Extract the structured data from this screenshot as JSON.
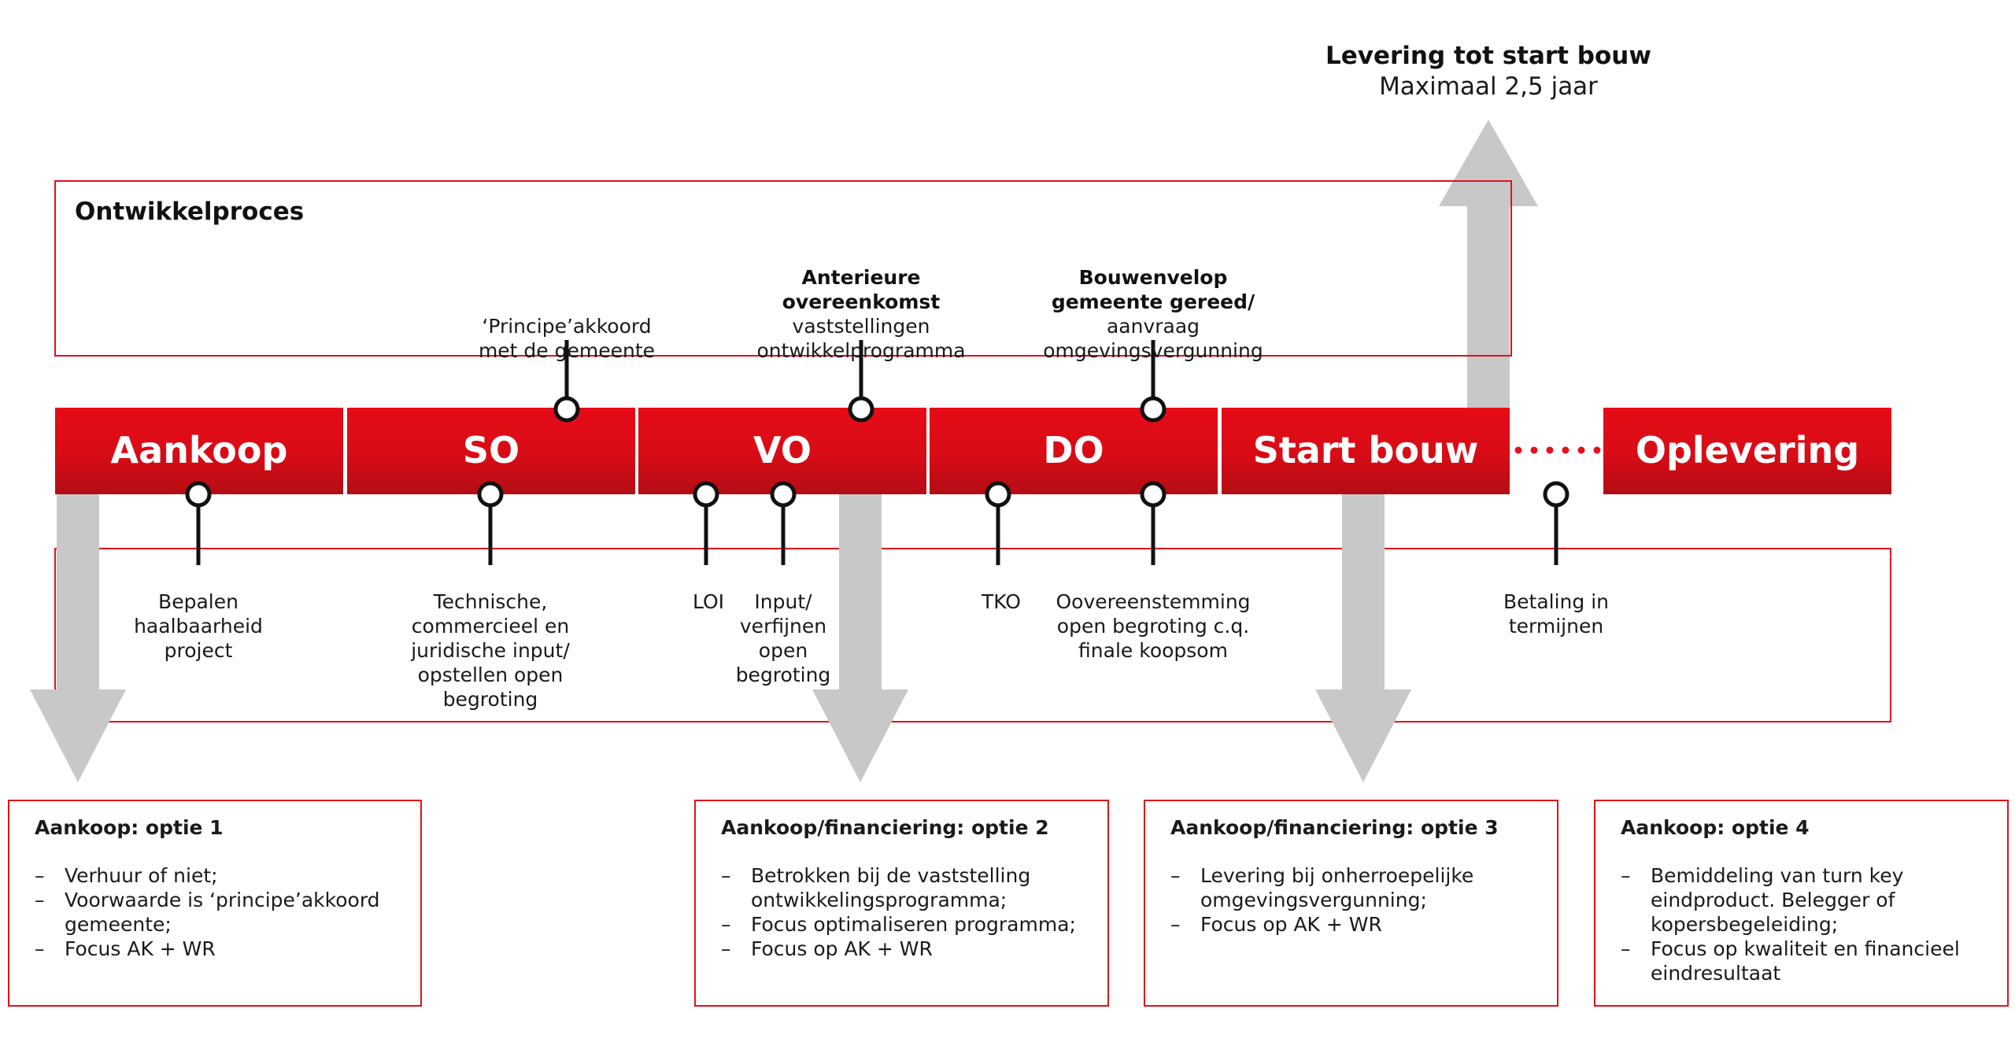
{
  "top_note": {
    "title": "Levering tot start bouw",
    "subtitle": "Maximaal 2,5 jaar"
  },
  "process": {
    "title": "Ontwikkelproces",
    "milestones": [
      {
        "bold": [],
        "lines": [
          "‘Principe’akkoord",
          "met de gemeente"
        ]
      },
      {
        "bold": [
          "Anterieure",
          "overeenkomst"
        ],
        "lines": [
          "vaststellingen",
          "ontwikkelprogramma"
        ]
      },
      {
        "bold": [
          "Bouwenvelop",
          "gemeente gereed/"
        ],
        "lines": [
          "aanvraag",
          "omgevingsvergunning"
        ]
      }
    ]
  },
  "phases": [
    "Aankoop",
    "SO",
    "VO",
    "DO",
    "Start bouw",
    "Oplevering"
  ],
  "activities": [
    {
      "lines": [
        "Bepalen",
        "haalbaarheid",
        "project"
      ]
    },
    {
      "lines": [
        "Technische,",
        "commercieel en",
        "juridische input/",
        "opstellen open",
        "begroting"
      ]
    },
    {
      "lines": [
        "LOI"
      ]
    },
    {
      "lines": [
        "Input/",
        "verfijnen",
        "open",
        "begroting"
      ]
    },
    {
      "lines": [
        "TKO"
      ]
    },
    {
      "lines": [
        "Oovereenstemming",
        "open begroting c.q.",
        "finale koopsom"
      ]
    },
    {
      "lines": [
        "Betaling in",
        "termijnen"
      ]
    }
  ],
  "options": [
    {
      "title": "Aankoop: optie 1",
      "items": [
        "Verhuur of niet;",
        "Voorwaarde is ‘principe’akkoord gemeente;",
        "Focus AK + WR"
      ]
    },
    {
      "title": "Aankoop/financiering: optie 2",
      "items": [
        "Betrokken bij de vaststelling ontwikkelingsprogramma;",
        "Focus optimaliseren programma;",
        "Focus op AK + WR"
      ]
    },
    {
      "title": "Aankoop/financiering: optie 3",
      "items": [
        "Levering bij onherroepelijke omgevingsvergunning;",
        "Focus op AK + WR"
      ]
    },
    {
      "title": "Aankoop: optie 4",
      "items": [
        "Bemiddeling van turn key eindproduct. Belegger of kopersbegeleiding;",
        "Focus op kwaliteit en financieel eindresultaat"
      ]
    }
  ],
  "colors": {
    "accent_red": "#e2111b",
    "phase_red_top": "#e20a16",
    "phase_red_bottom": "#b50d14",
    "arrow_grey": "#c8c8c8",
    "pin_black": "#111111"
  }
}
